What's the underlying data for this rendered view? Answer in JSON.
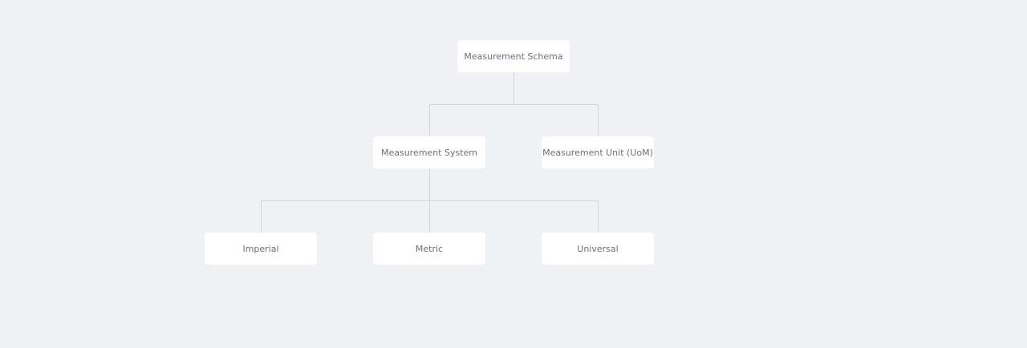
{
  "diagram": {
    "root": {
      "label": "Measurement Schema"
    },
    "level1": [
      {
        "label": "Measurement System"
      },
      {
        "label": "Measurement Unit (UoM)"
      }
    ],
    "level2": [
      {
        "label": "Imperial"
      },
      {
        "label": "Metric"
      },
      {
        "label": "Universal"
      }
    ]
  }
}
